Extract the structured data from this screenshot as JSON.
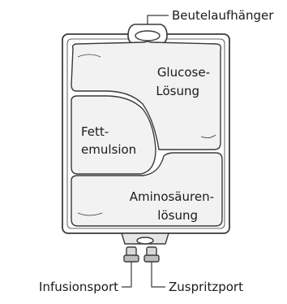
{
  "diagram": {
    "callouts": {
      "hanger": "Beutelaufhänger",
      "infusion_port": "Infusionsport",
      "injection_port": "Zuspritzport"
    },
    "chambers": {
      "glucose": {
        "line1": "Glucose-",
        "line2": "Lösung"
      },
      "fat": {
        "line1": "Fett-",
        "line2": "emulsion"
      },
      "amino": {
        "line1": "Aminosäuren-",
        "line2": "lösung"
      }
    },
    "colors": {
      "outline": "#3a3a3a",
      "bag_fill": "#ffffff",
      "chamber_fill": "#f2f2f2",
      "text": "#1a1a1a"
    }
  }
}
